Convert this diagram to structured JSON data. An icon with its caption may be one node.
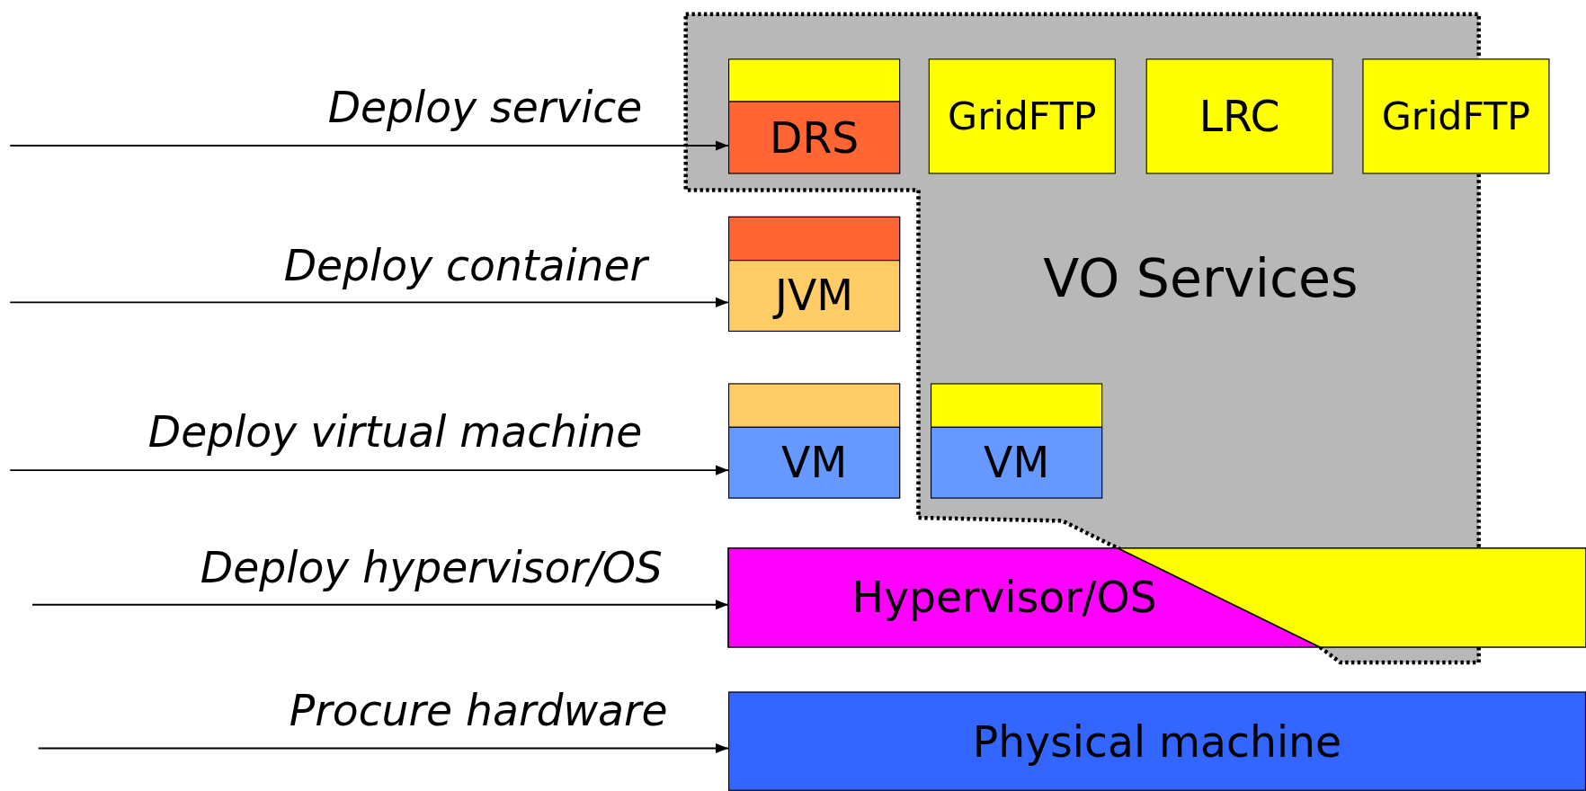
{
  "diagram": {
    "nodes": [
      {
        "text": [
          "VO Services"
        ]
      },
      {
        "text": [],
        "shape": "box",
        "in": 0
      },
      {
        "text": [
          "DRS"
        ],
        "in": 0
      },
      {
        "text": [
          "GridFTP"
        ],
        "in": 0
      },
      {
        "text": [
          "LRC"
        ],
        "in": 0
      },
      {
        "text": [
          "GridFTP"
        ]
      },
      {
        "text": [],
        "shape": "box"
      },
      {
        "text": [
          "JVM"
        ]
      },
      {
        "text": [],
        "shape": "box"
      },
      {
        "text": [
          "VM"
        ]
      },
      {
        "text": [],
        "shape": "box",
        "in": 0
      },
      {
        "text": [
          "VM"
        ],
        "in": 0
      },
      {
        "text": [
          "Hypervisor/OS"
        ]
      },
      {
        "text": [],
        "shape": "box"
      },
      {
        "text": [
          "Physical machine"
        ]
      }
    ],
    "edges": [
      {
        "from": null,
        "to": 2,
        "arrow": "to",
        "label": "Deploy service"
      },
      {
        "from": null,
        "to": 7,
        "arrow": "to",
        "label": "Deploy container"
      },
      {
        "from": null,
        "to": 9,
        "arrow": "to",
        "label": "Deploy virtual machine"
      },
      {
        "from": null,
        "to": 12,
        "arrow": "to",
        "label": "Deploy hypervisor/OS"
      },
      {
        "from": null,
        "to": 14,
        "arrow": "to",
        "label": "Procure hardware"
      }
    ]
  }
}
